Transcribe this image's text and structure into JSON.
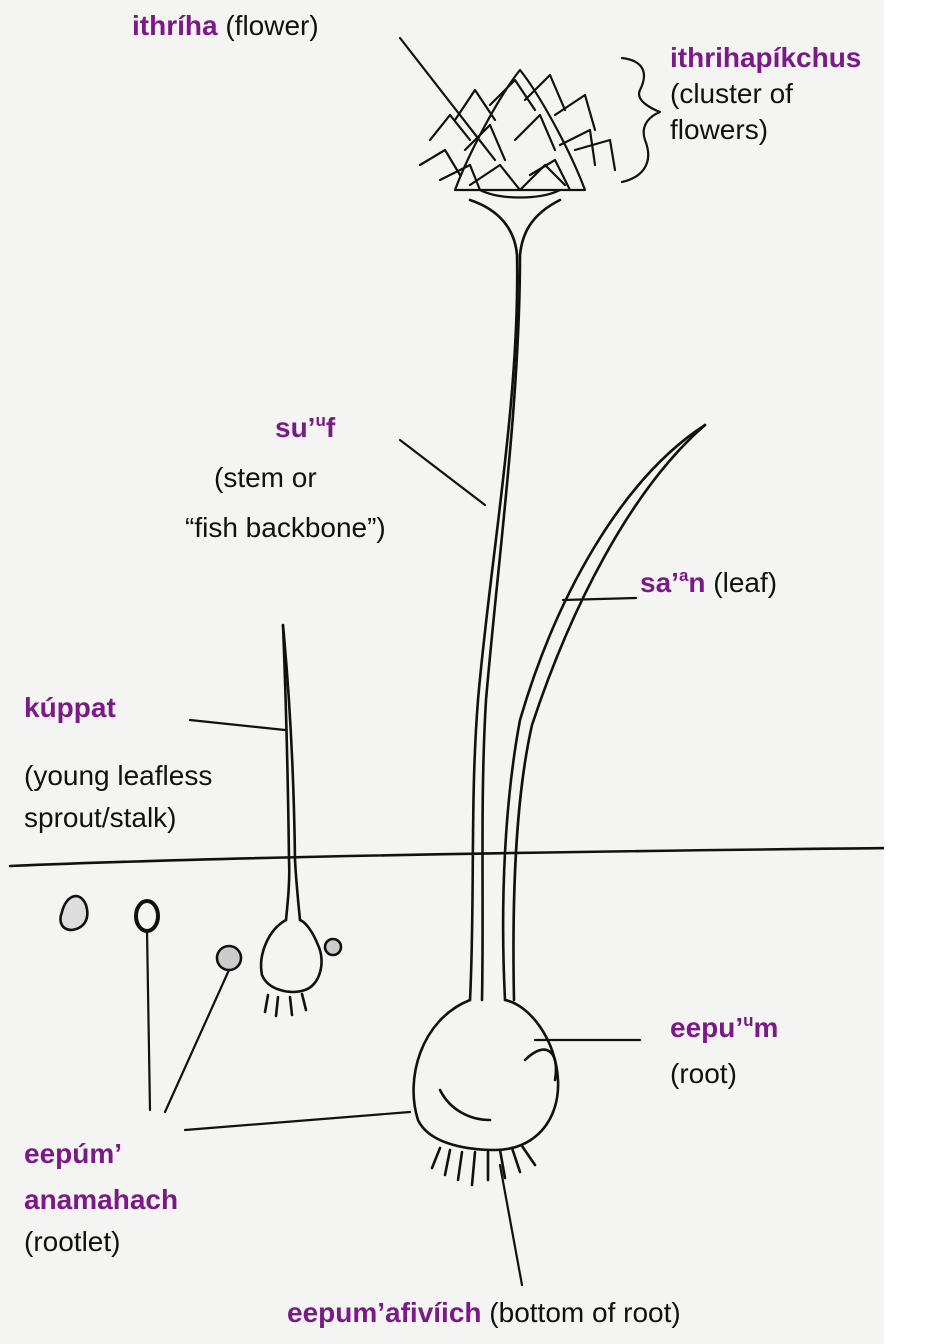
{
  "labels": {
    "flower": {
      "term": "ithríha",
      "gloss": "(flower)"
    },
    "cluster": {
      "term": "ithrihapíkchus",
      "gloss_1": "(cluster of",
      "gloss_2": "flowers)"
    },
    "stem": {
      "term_a": "su’",
      "term_sup": "u",
      "term_b": "f",
      "gloss_1": "(stem or",
      "gloss_2": "“fish backbone”)"
    },
    "leaf": {
      "term_a": "sa’",
      "term_sup": "a",
      "term_b": "n",
      "gloss": "(leaf)"
    },
    "sprout": {
      "term": "kúppat",
      "gloss_1": "(young leafless",
      "gloss_2": "sprout/stalk)"
    },
    "root": {
      "term_a": "eepu’",
      "term_sup": "u",
      "term_b": "m",
      "gloss": "(root)"
    },
    "rootlet": {
      "term_1": "eepúm’",
      "term_2": "anamahach",
      "gloss": "(rootlet)"
    },
    "bottom": {
      "term": "eepum’afivíich",
      "gloss": "(bottom of root)"
    }
  },
  "colors": {
    "term": "#7a1a86",
    "ink": "#111111"
  }
}
